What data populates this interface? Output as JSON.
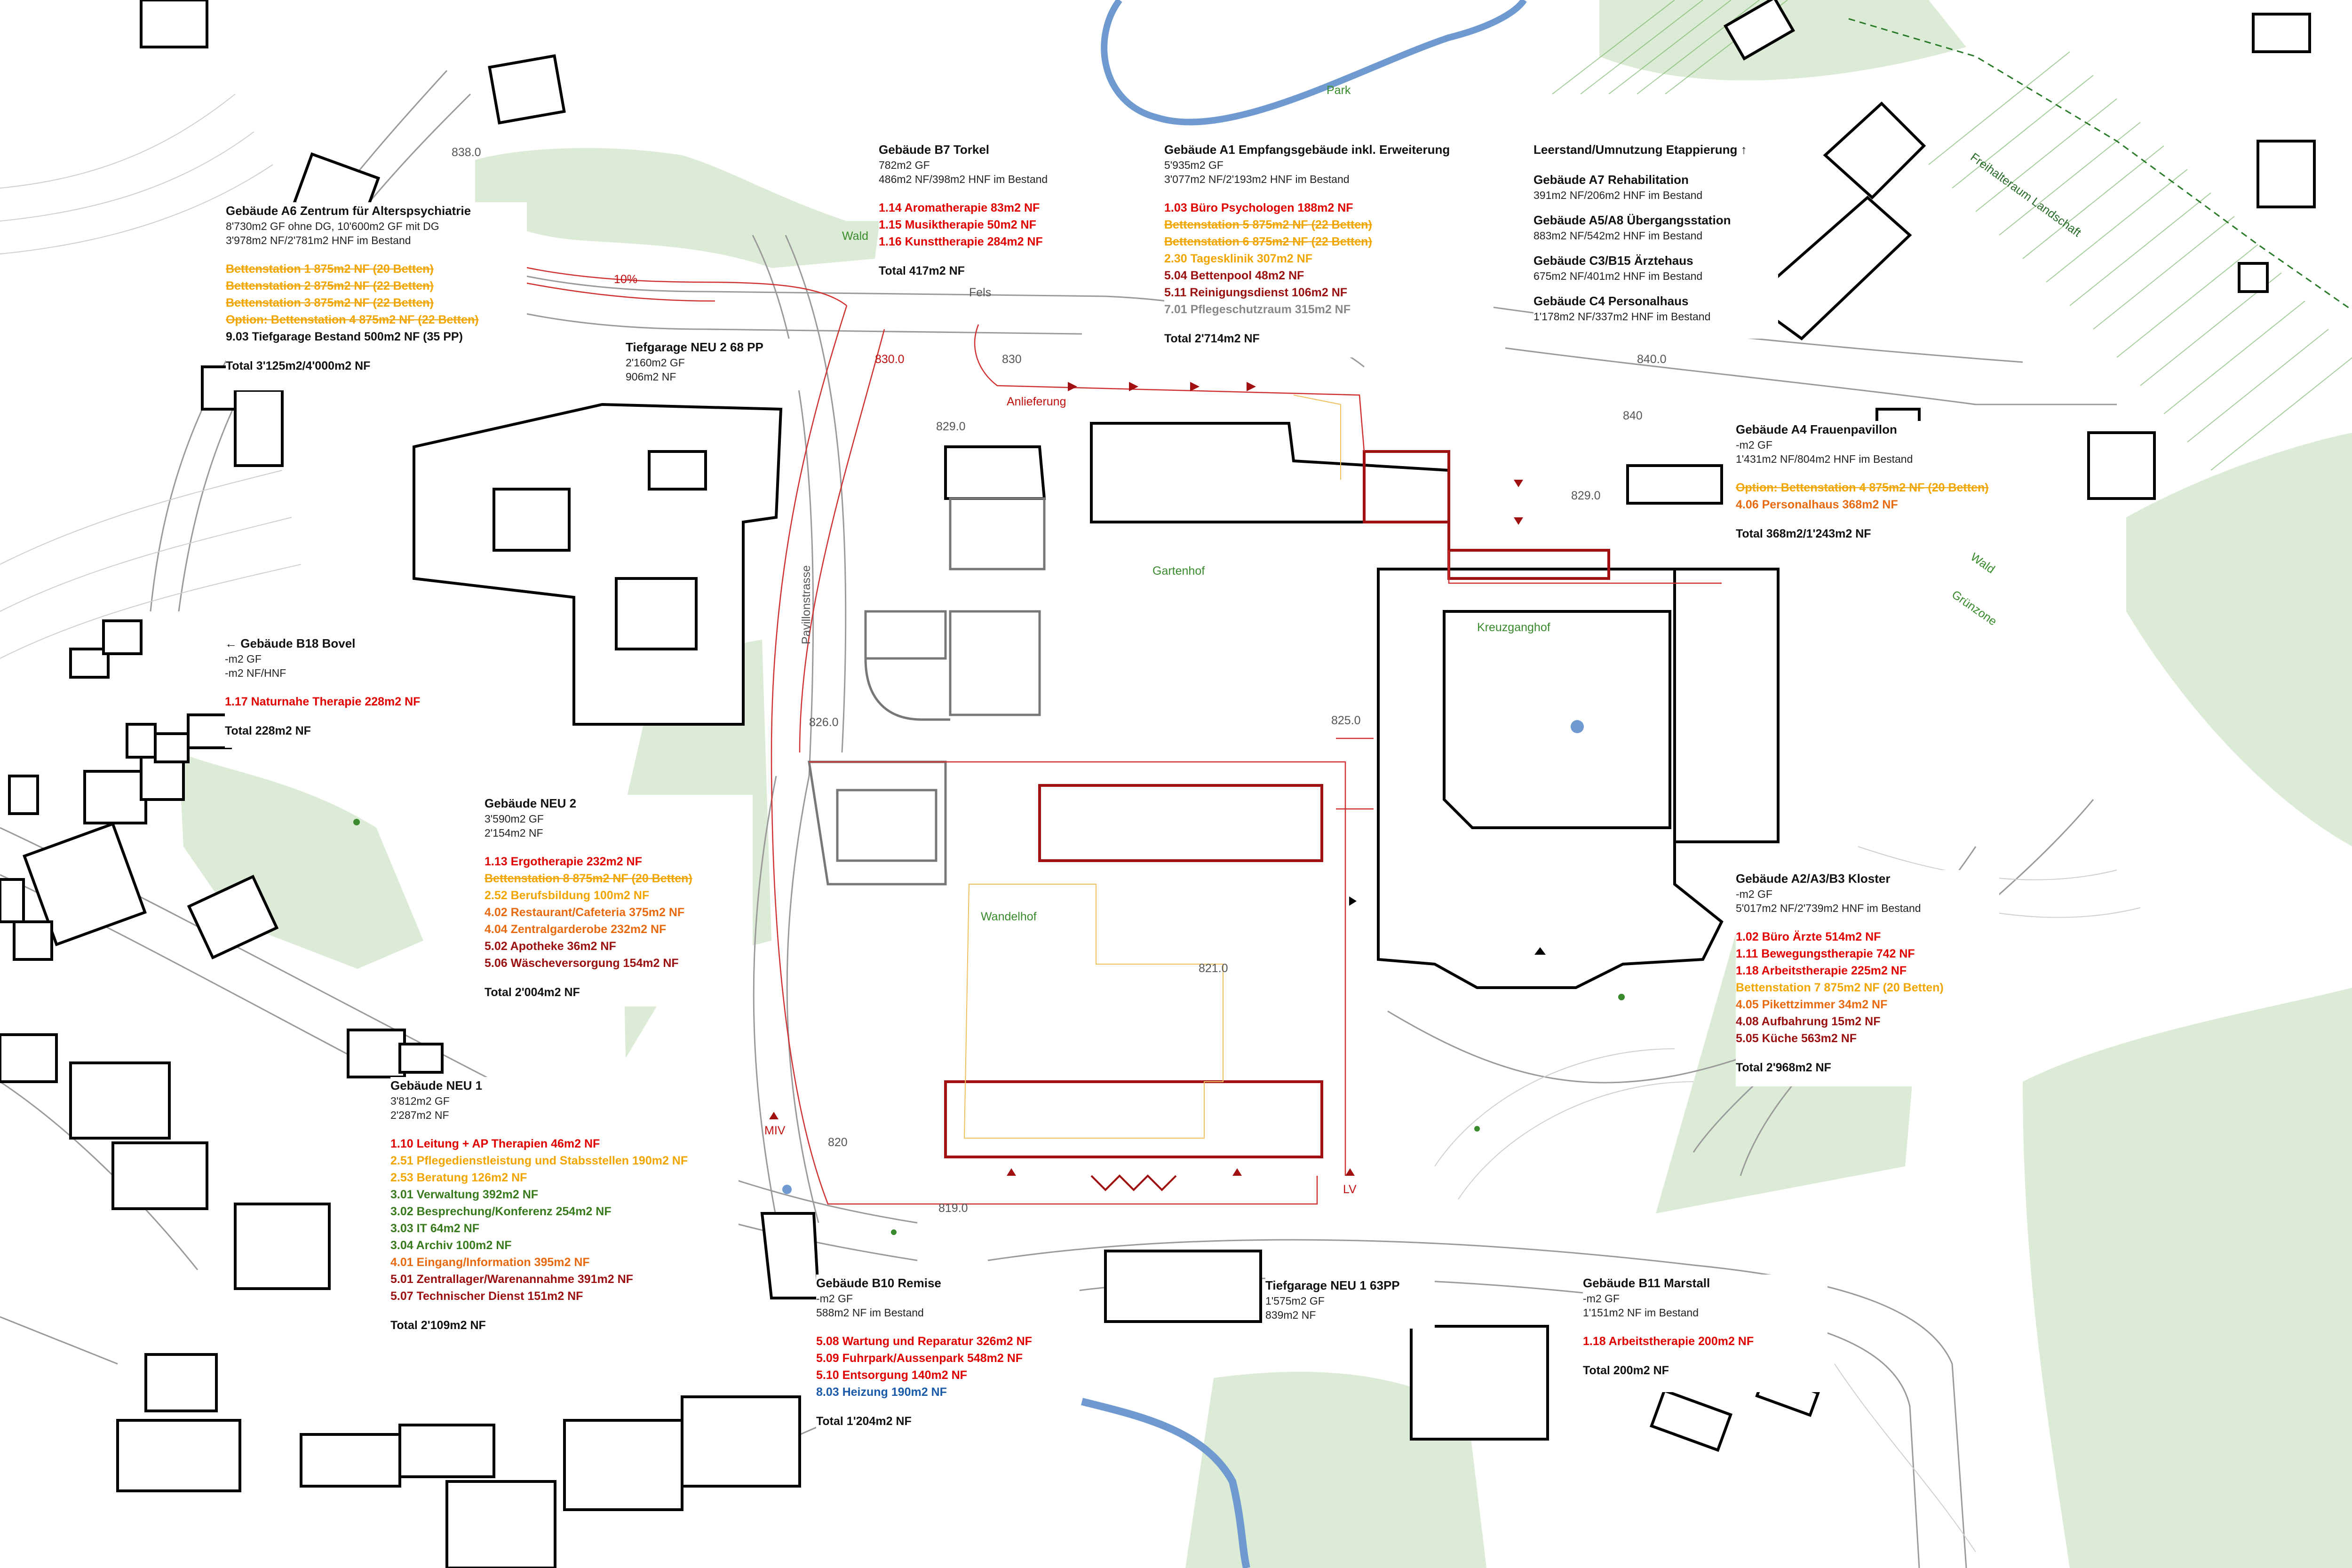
{
  "colors": {
    "red": "#e00000",
    "orange": "#f0a500",
    "dark_orange": "#e86a10",
    "dark_red": "#9a1010",
    "green": "#3a7a1e",
    "grey": "#888888",
    "blue": "#1a5aa8",
    "building_outline": "#000000",
    "new_building_outline": "#a01010",
    "forest": "#dcebd6",
    "river": "#6f9ad0"
  },
  "buildings": {
    "b7": {
      "title": "Gebäude B7 Torkel",
      "meta": [
        "782m2 GF",
        "486m2 NF/398m2 HNF im Bestand"
      ],
      "items": [
        {
          "text": "1.14 Aromatherapie 83m2 NF",
          "color": "red"
        },
        {
          "text": "1.15 Musiktherapie 50m2 NF",
          "color": "red"
        },
        {
          "text": "1.16 Kunsttherapie 284m2 NF",
          "color": "red"
        }
      ],
      "total": "Total 417m2 NF"
    },
    "a1": {
      "title": "Gebäude A1 Empfangsgebäude inkl. Erweiterung",
      "meta": [
        "5'935m2 GF",
        "3'077m2 NF/2'193m2 HNF im Bestand"
      ],
      "items": [
        {
          "text": "1.03 Büro Psychologen 188m2 NF",
          "color": "red"
        },
        {
          "text": "Bettenstation 5 875m2 NF (22 Betten)",
          "color": "orange"
        },
        {
          "text": "Bettenstation 6 875m2 NF (22 Betten)",
          "color": "orange"
        },
        {
          "text": "2.30 Tagesklinik 307m2 NF",
          "color": "orange"
        },
        {
          "text": "5.04 Bettenpool 48m2 NF",
          "color": "dark_red"
        },
        {
          "text": "5.11 Reinigungsdienst 106m2 NF",
          "color": "dark_red"
        },
        {
          "text": "7.01 Pflegeschutzraum 315m2 NF",
          "color": "grey"
        }
      ],
      "total": "Total 2'714m2 NF"
    },
    "leerstand": {
      "title": "Leerstand/Umnutzung Etappierung ↑",
      "entries": [
        {
          "title": "Gebäude A7 Rehabilitation",
          "meta": "391m2 NF/206m2 HNF im Bestand"
        },
        {
          "title": "Gebäude A5/A8 Übergangsstation",
          "meta": "883m2 NF/542m2 HNF im Bestand"
        },
        {
          "title": "Gebäude C3/B15 Ärztehaus",
          "meta": "675m2 NF/401m2 HNF im Bestand"
        },
        {
          "title": "Gebäude C4 Personalhaus",
          "meta": "1'178m2 NF/337m2 HNF im Bestand"
        }
      ]
    },
    "a6": {
      "title": "Gebäude A6 Zentrum für Alterspsychiatrie",
      "meta": [
        "8'730m2 GF ohne DG, 10'600m2 GF mit DG",
        "3'978m2 NF/2'781m2 HNF im Bestand"
      ],
      "items": [
        {
          "text": "Bettenstation 1 875m2 NF (20 Betten)",
          "color": "orange"
        },
        {
          "text": "Bettenstation 2 875m2 NF (22 Betten)",
          "color": "orange"
        },
        {
          "text": "Bettenstation 3 875m2 NF (22 Betten)",
          "color": "orange"
        },
        {
          "text": "Option: Bettenstation 4 875m2 NF (22 Betten)",
          "color": "orange"
        },
        {
          "text": "9.03 Tiefgarage Bestand 500m2 NF (35 PP)",
          "color": "black"
        }
      ],
      "total": "Total 3'125m2/4'000m2 NF"
    },
    "tg2": {
      "title": "Tiefgarage NEU 2 68 PP",
      "meta": [
        "2'160m2 GF",
        "906m2 NF"
      ]
    },
    "a4": {
      "title": "Gebäude A4 Frauenpavillon",
      "meta": [
        "-m2 GF",
        "1'431m2 NF/804m2 HNF im Bestand"
      ],
      "items": [
        {
          "text": "Option: Bettenstation 4 875m2 NF (20 Betten)",
          "color": "orange"
        },
        {
          "text": "4.06 Personalhaus 368m2 NF",
          "color": "dark_orange"
        }
      ],
      "total": "Total 368m2/1'243m2 NF"
    },
    "b18": {
      "title": "← Gebäude B18 Bovel",
      "meta": [
        "-m2 GF",
        "-m2 NF/HNF"
      ],
      "items": [
        {
          "text": "1.17 Naturnahe Therapie 228m2 NF",
          "color": "red"
        }
      ],
      "total": "Total 228m2 NF"
    },
    "neu2": {
      "title": "Gebäude NEU 2",
      "meta": [
        "3'590m2 GF",
        "2'154m2 NF"
      ],
      "items": [
        {
          "text": "1.13 Ergotherapie 232m2 NF",
          "color": "red"
        },
        {
          "text": "Bettenstation 8 875m2 NF (20 Betten)",
          "color": "orange"
        },
        {
          "text": "2.52 Berufsbildung 100m2 NF",
          "color": "orange"
        },
        {
          "text": "4.02 Restaurant/Cafeteria 375m2 NF",
          "color": "dark_orange"
        },
        {
          "text": "4.04 Zentralgarderobe 232m2 NF",
          "color": "dark_orange"
        },
        {
          "text": "5.02 Apotheke 36m2 NF",
          "color": "dark_red"
        },
        {
          "text": "5.06 Wäscheversorgung 154m2 NF",
          "color": "dark_red"
        }
      ],
      "total": "Total 2'004m2 NF"
    },
    "kloster": {
      "title": "Gebäude A2/A3/B3 Kloster",
      "meta": [
        "-m2 GF",
        "5'017m2 NF/2'739m2 HNF im Bestand"
      ],
      "items": [
        {
          "text": "1.02 Büro Ärzte 514m2 NF",
          "color": "red"
        },
        {
          "text": "1.11 Bewegungstherapie 742 NF",
          "color": "red"
        },
        {
          "text": "1.18 Arbeitstherapie 225m2 NF",
          "color": "red"
        },
        {
          "text": "Bettenstation 7 875m2 NF (20 Betten)",
          "color": "orange"
        },
        {
          "text": "4.05 Pikettzimmer 34m2 NF",
          "color": "dark_orange"
        },
        {
          "text": "4.08 Aufbahrung 15m2 NF",
          "color": "dark_red"
        },
        {
          "text": "5.05 Küche 563m2 NF",
          "color": "dark_red"
        }
      ],
      "total": "Total 2'968m2 NF"
    },
    "neu1": {
      "title": "Gebäude NEU 1",
      "meta": [
        "3'812m2 GF",
        "2'287m2 NF"
      ],
      "items": [
        {
          "text": "1.10 Leitung + AP Therapien 46m2 NF",
          "color": "red"
        },
        {
          "text": "2.51 Pflegedienstleistung und Stabsstellen 190m2 NF",
          "color": "orange"
        },
        {
          "text": "2.53 Beratung 126m2 NF",
          "color": "orange"
        },
        {
          "text": "3.01 Verwaltung 392m2 NF",
          "color": "green"
        },
        {
          "text": "3.02 Besprechung/Konferenz 254m2 NF",
          "color": "green"
        },
        {
          "text": "3.03 IT 64m2 NF",
          "color": "green"
        },
        {
          "text": "3.04 Archiv 100m2 NF",
          "color": "green"
        },
        {
          "text": "4.01 Eingang/Information 395m2 NF",
          "color": "dark_orange"
        },
        {
          "text": "5.01 Zentrallager/Warenannahme 391m2 NF",
          "color": "dark_red"
        },
        {
          "text": "5.07 Technischer Dienst 151m2 NF",
          "color": "dark_red"
        }
      ],
      "total": "Total 2'109m2 NF"
    },
    "b10": {
      "title": "Gebäude B10 Remise",
      "meta": [
        "-m2 GF",
        "588m2 NF im Bestand"
      ],
      "items": [
        {
          "text": "5.08 Wartung und Reparatur 326m2 NF",
          "color": "red"
        },
        {
          "text": "5.09 Fuhrpark/Aussenpark 548m2 NF",
          "color": "red"
        },
        {
          "text": "5.10 Entsorgung 140m2 NF",
          "color": "red"
        },
        {
          "text": "8.03 Heizung 190m2 NF",
          "color": "blue"
        }
      ],
      "total": "Total 1'204m2 NF"
    },
    "tg1": {
      "title": "Tiefgarage NEU 1 63PP",
      "meta": [
        "1'575m2 GF",
        "839m2 NF"
      ]
    },
    "b11": {
      "title": "Gebäude B11 Marstall",
      "meta": [
        "-m2 GF",
        "1'151m2 NF im Bestand"
      ],
      "items": [
        {
          "text": "1.18 Arbeitstherapie 200m2 NF",
          "color": "red"
        }
      ],
      "total": "Total 200m2 NF"
    }
  },
  "map_labels": {
    "park": "Park",
    "wald_top": "Wald",
    "fels": "Fels",
    "freihalteraum": "Freihalteraum Landschaft",
    "wald_right": "Wald",
    "gruenzone": "Grünzone",
    "gartenhof": "Gartenhof",
    "kreuzganghof": "Kreuzganghof",
    "wandelhof": "Wandelhof",
    "pavillonstrasse": "Pavillonstrasse",
    "anlieferung": "Anlieferung",
    "miv": "MIV",
    "lv": "LV",
    "slope": "10%"
  },
  "elevations": {
    "e838": "838.0",
    "e830": "830.0",
    "e830b": "830",
    "e840a": "840.0",
    "e840b": "840",
    "e829": "829.0",
    "e829b": "829.0",
    "e826": "826.0",
    "e825": "825.0",
    "e821": "821.0",
    "e820": "820",
    "e819": "819.0"
  }
}
